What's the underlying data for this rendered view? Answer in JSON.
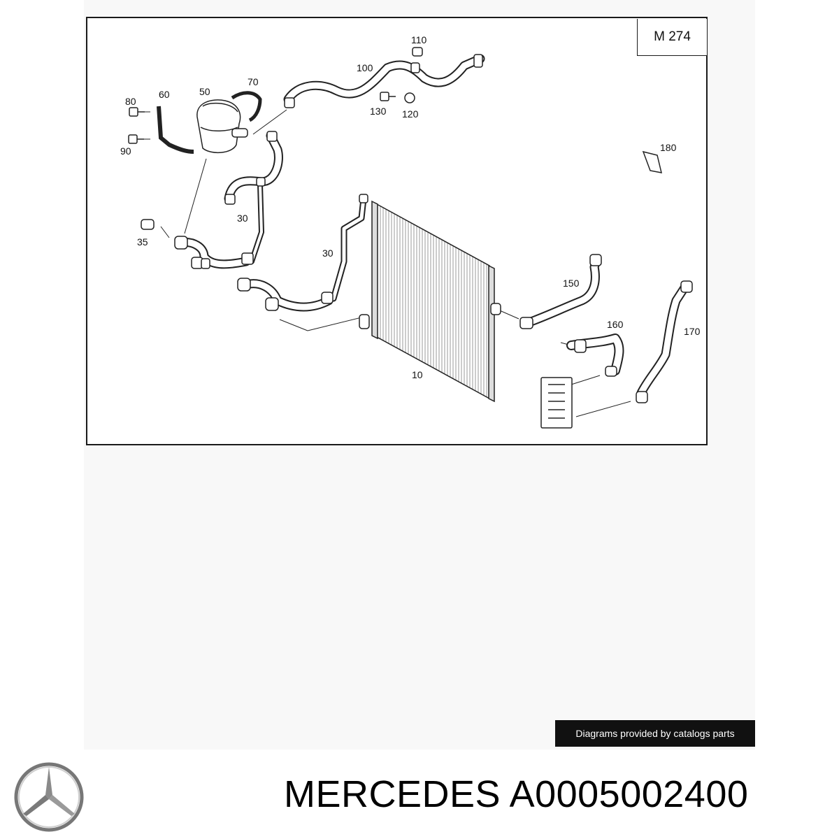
{
  "diagram": {
    "engine_code": "M 274",
    "part_labels": {
      "p10": "10",
      "p30a": "30",
      "p30b": "30",
      "p35": "35",
      "p50": "50",
      "p60": "60",
      "p70": "70",
      "p80": "80",
      "p90": "90",
      "p100": "100",
      "p110": "110",
      "p120": "120",
      "p130": "130",
      "p150": "150",
      "p160": "160",
      "p170": "170",
      "p180": "180"
    }
  },
  "credit": "Diagrams provided by catalogs parts",
  "brand": {
    "logo_icon": "mercedes-star-icon",
    "title": "MERCEDES A0005002400"
  }
}
